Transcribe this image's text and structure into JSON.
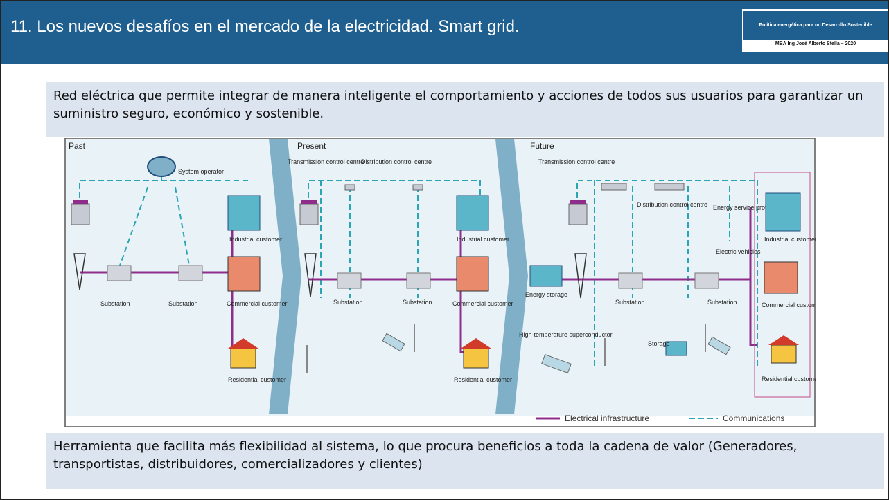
{
  "header": {
    "title": "11. Los nuevos desafíos en el mercado de la electricidad. Smart grid.",
    "badge_line1": "Política energética para un Desarrollo Sostenible",
    "badge_line2": "MBA Ing José Alberto Stella – 2020"
  },
  "intro_text": "Red eléctrica que permite integrar de manera inteligente el comportamiento y acciones de todos sus usuarios para garantizar un suministro seguro, económico y sostenible.",
  "footer_text": "Herramienta que facilita más flexibilidad al sistema, lo que procura beneficios a toda la cadena de valor (Generadores, transportistas, distribuidores, comercializadores y clientes)",
  "diagram": {
    "sections": {
      "past": "Past",
      "present": "Present",
      "future": "Future"
    },
    "labels": {
      "system_operator": "System operator",
      "substation": "Substation",
      "industrial_customer": "Industrial customer",
      "commercial_customer": "Commercial customer",
      "residential_customer": "Residential customer",
      "transmission_control_centre": "Transmission control centre",
      "distribution_control_centre": "Distribution control centre",
      "energy_storage": "Energy storage",
      "high_temperature_superconductor": "High-temperature superconductor",
      "storage": "Storage",
      "energy_service_provider": "Energy service provider",
      "electric_vehicles": "Electric vehicles"
    },
    "legend": {
      "electrical": "Electrical infrastructure",
      "communications": "Communications"
    },
    "colors": {
      "electrical": "#8e2e8a",
      "communications": "#2aa5b4",
      "header_bg": "#1f5f8f",
      "textbox_bg": "#dbe4ef"
    }
  }
}
